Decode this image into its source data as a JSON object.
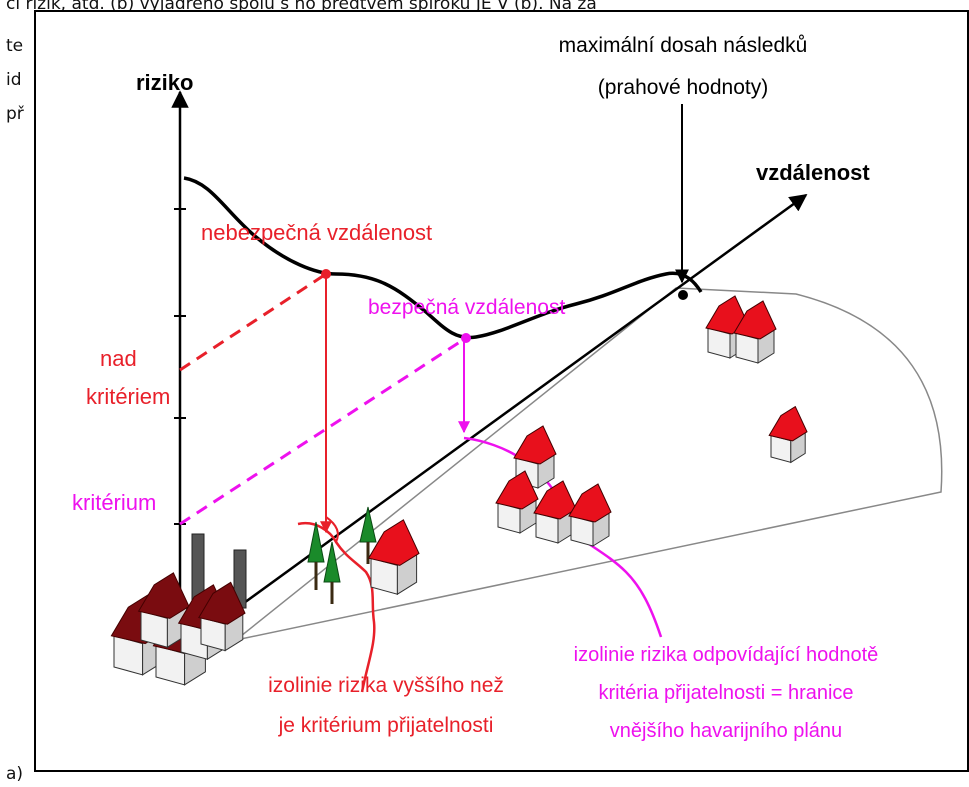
{
  "background_text": {
    "line1": "ci rizik, atd.  (b) vyjádřeno spolu s ho předtvém spiroku JE V (b). Na za",
    "line2": "te",
    "line3": "id",
    "line4": "př",
    "caption": "a)"
  },
  "labels": {
    "y_axis": "riziko",
    "x_axis": "vzdálenost",
    "max_reach_line1": "maximální dosah následků",
    "max_reach_line2": "(prahové hodnoty)",
    "dangerous_distance": "nebezpečná vzdálenost",
    "safe_distance": "bezpečná vzdálenost",
    "above_criterion_line1": "nad",
    "above_criterion_line2": "kritériem",
    "criterion": "kritérium",
    "isoline_high_line1": "izolinie rizika vyššího než",
    "isoline_high_line2": "je kritérium přijatelnosti",
    "isoline_criterion_line1": "izolinie rizika odpovídající hodnotě",
    "isoline_criterion_line2": "kritéria přijatelnosti = hranice",
    "isoline_criterion_line3": "vnějšího havarijního plánu"
  },
  "colors": {
    "red": "#e8202a",
    "magenta": "#ee11ee",
    "roof": "#e8101c",
    "factory_roof": "#7a0c10"
  }
}
